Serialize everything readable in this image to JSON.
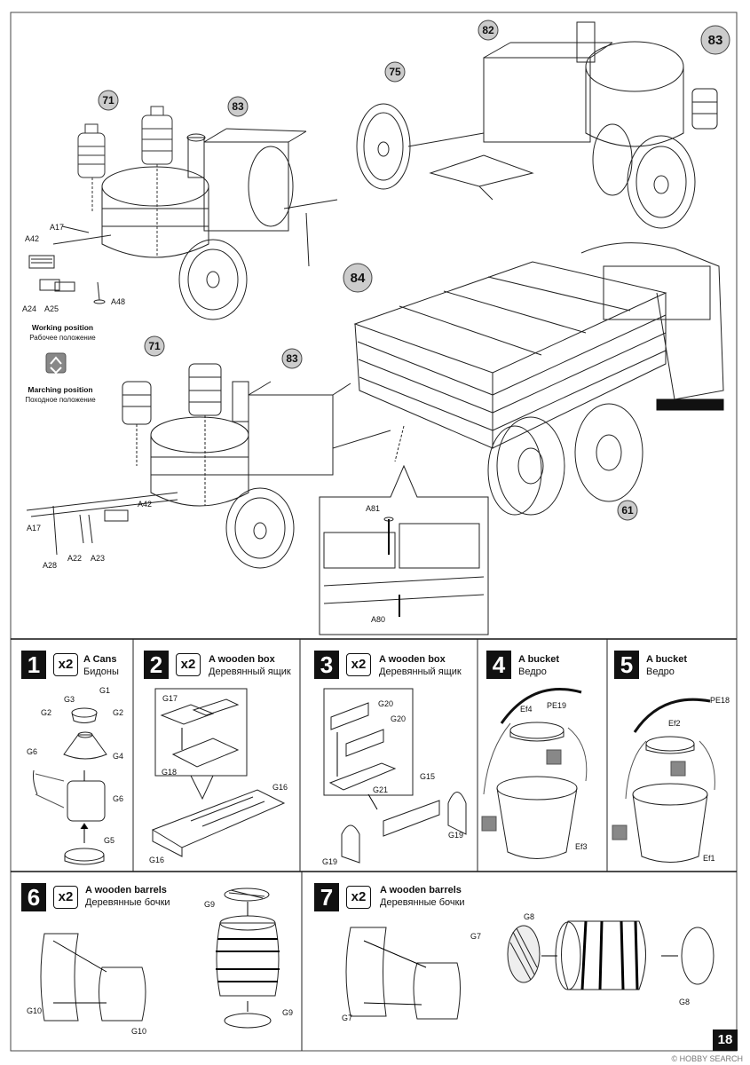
{
  "page_number": "18",
  "watermark": "© HOBBY SEARCH",
  "callouts": [
    "71",
    "83",
    "75",
    "82",
    "83",
    "84",
    "71",
    "83",
    "61"
  ],
  "notes": {
    "working": {
      "en": "Working position",
      "ru": "Рабочее положение"
    },
    "marching": {
      "en": "Marching position",
      "ru": "Походное положение"
    }
  },
  "part_labels": {
    "upper_left": [
      "A17",
      "A42",
      "A24",
      "A25",
      "A48"
    ],
    "lower_left": [
      "A42",
      "A17",
      "A28",
      "A22",
      "A23"
    ],
    "detail": [
      "A81",
      "A80"
    ]
  },
  "steps": [
    {
      "num": "1",
      "mult": "x2",
      "en": "A Cans",
      "ru": "Бидоны",
      "parts": [
        "G1",
        "G3",
        "G2",
        "G2",
        "G4",
        "G6",
        "G6",
        "G5"
      ]
    },
    {
      "num": "2",
      "mult": "x2",
      "en": "A wooden box",
      "ru": "Деревянный ящик",
      "parts": [
        "G17",
        "G18",
        "G16",
        "G16"
      ]
    },
    {
      "num": "3",
      "mult": "x2",
      "en": "A wooden box",
      "ru": "Деревянный ящик",
      "parts": [
        "G20",
        "G20",
        "G21",
        "G15",
        "G19",
        "G19"
      ]
    },
    {
      "num": "4",
      "mult": "",
      "en": "A bucket",
      "ru": "Ведро",
      "parts": [
        "Ef4",
        "PE19",
        "Ef3"
      ]
    },
    {
      "num": "5",
      "mult": "",
      "en": "A bucket",
      "ru": "Ведро",
      "parts": [
        "PE18",
        "Ef2",
        "Ef1"
      ]
    },
    {
      "num": "6",
      "mult": "x2",
      "en": "A wooden barrels",
      "ru": "Деревянные бочки",
      "parts": [
        "G9",
        "G10",
        "G10",
        "G9"
      ]
    },
    {
      "num": "7",
      "mult": "x2",
      "en": "A wooden barrels",
      "ru": "Деревянные бочки",
      "parts": [
        "G8",
        "G7",
        "G7",
        "G8"
      ]
    }
  ]
}
